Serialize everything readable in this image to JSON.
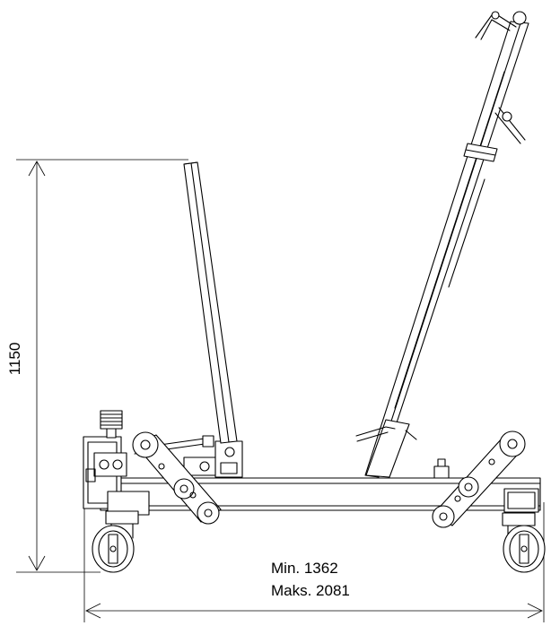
{
  "dimensions": {
    "height": "1150",
    "length_min": "Min. 1362",
    "length_max": "Maks. 2081"
  },
  "colors": {
    "line": "#000000",
    "background": "#ffffff"
  }
}
